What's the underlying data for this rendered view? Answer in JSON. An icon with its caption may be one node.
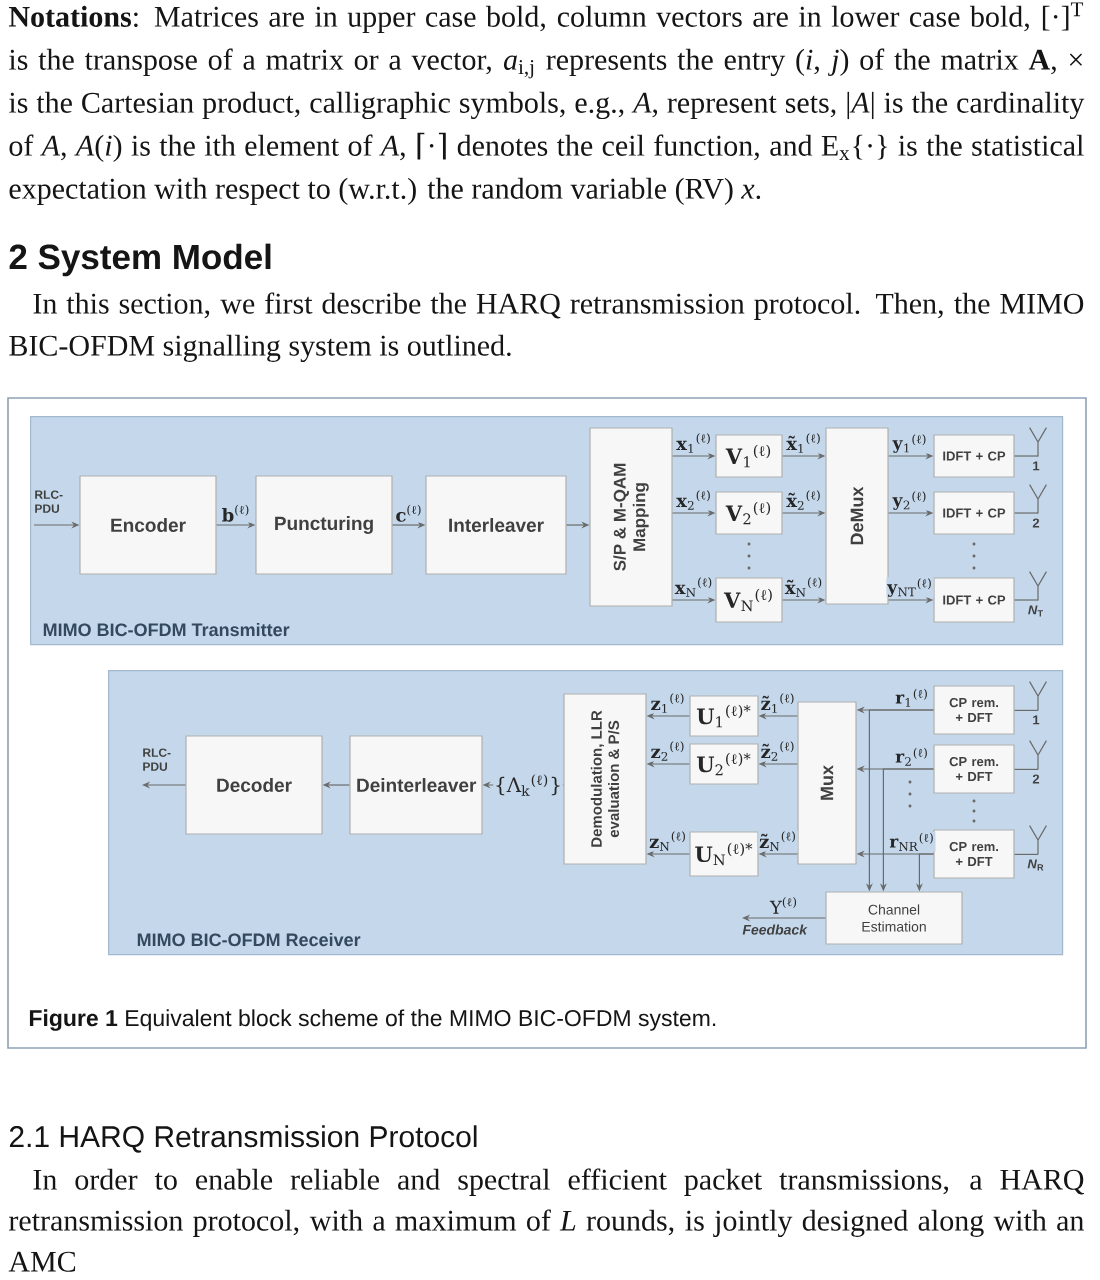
{
  "diagram": {
    "caption": "**Figure 1** Equivalent block scheme of the MIMO BIC-OFDM system.",
    "nodes": [
      {
        "text": [
          "MIMO BIC-OFDM Transmitter"
        ]
      },
      {
        "text": [
          "RLC- PDU"
        ],
        "in": 0
      },
      {
        "text": [
          "Encoder"
        ],
        "in": 0
      },
      {
        "text": [
          "Puncturing"
        ],
        "in": 0
      },
      {
        "text": [
          "Interleaver"
        ],
        "in": 0
      },
      {
        "text": [
          "S/P & M-QAM Mapping"
        ],
        "in": 0
      },
      {
        "text": [
          "**V**$_{1}$$^{(ℓ)}$"
        ],
        "in": 0
      },
      {
        "text": [
          "**V**$_{2}$$^{(ℓ)}$"
        ],
        "in": 0
      },
      {
        "text": [
          "**V**$_{N}$$^{(ℓ)}$"
        ],
        "in": 0
      },
      {
        "text": [
          "DeMux"
        ],
        "in": 0
      },
      {
        "text": [
          "IDFT + CP"
        ],
        "in": 0
      },
      {
        "text": [
          "IDFT + CP"
        ],
        "in": 0
      },
      {
        "text": [
          "IDFT + CP"
        ],
        "in": 0
      },
      {
        "text": [],
        "shape": "antenna",
        "beside": [
          "1"
        ],
        "in": 0
      },
      {
        "text": [],
        "shape": "antenna",
        "beside": [
          "2"
        ],
        "in": 0
      },
      {
        "text": [],
        "shape": "antenna",
        "beside": [
          "*N*$_{T}$"
        ],
        "in": 0
      },
      {
        "text": [
          "MIMO BIC-OFDM Receiver"
        ]
      },
      {
        "text": [
          "RLC- PDU"
        ],
        "in": 16
      },
      {
        "text": [
          "Decoder"
        ],
        "in": 16
      },
      {
        "text": [
          "Deinterleaver"
        ],
        "in": 16
      },
      {
        "text": [
          "Demodulation, LLR evaluation & P/S"
        ],
        "in": 16
      },
      {
        "text": [
          "**U**$_{1}$$^{(ℓ)*}$"
        ],
        "in": 16
      },
      {
        "text": [
          "**U**$_{2}$$^{(ℓ)*}$"
        ],
        "in": 16
      },
      {
        "text": [
          "**U**$_{N}$$^{(ℓ)*}$"
        ],
        "in": 16
      },
      {
        "text": [
          "Mux"
        ],
        "in": 16
      },
      {
        "text": [
          "CP rem. + DFT"
        ],
        "in": 16
      },
      {
        "text": [
          "CP rem. + DFT"
        ],
        "in": 16
      },
      {
        "text": [
          "CP rem. + DFT"
        ],
        "in": 16
      },
      {
        "text": [],
        "shape": "antenna",
        "beside": [
          "1"
        ],
        "in": 16
      },
      {
        "text": [],
        "shape": "antenna",
        "beside": [
          "2"
        ],
        "in": 16
      },
      {
        "text": [],
        "shape": "antenna",
        "beside": [
          "*N*$_{R}$"
        ],
        "in": 16
      },
      {
        "text": [
          "Channel Estimation"
        ],
        "in": 16
      },
      {
        "text": [
          "Feedback"
        ],
        "in": 16
      }
    ],
    "edges": [
      {
        "from": 1,
        "to": 2,
        "arrow": "to"
      },
      {
        "from": 2,
        "to": 3,
        "arrow": "to",
        "label": "**b**$^{(ℓ)}$"
      },
      {
        "from": 3,
        "to": 4,
        "arrow": "to",
        "label": "**c**$^{(ℓ)}$"
      },
      {
        "from": 4,
        "to": 5,
        "arrow": "to"
      },
      {
        "from": 5,
        "to": 6,
        "arrow": "to",
        "label": "**x**$_{1}$$^{(ℓ)}$"
      },
      {
        "from": 5,
        "to": 7,
        "arrow": "to",
        "label": "**x**$_{2}$$^{(ℓ)}$"
      },
      {
        "from": 5,
        "to": 8,
        "arrow": "to",
        "label": "**x**$_{N}$$^{(ℓ)}$"
      },
      {
        "from": 6,
        "to": 9,
        "arrow": "to",
        "label": "**x̃**$_{1}$$^{(ℓ)}$"
      },
      {
        "from": 7,
        "to": 9,
        "arrow": "to",
        "label": "**x̃**$_{2}$$^{(ℓ)}$"
      },
      {
        "from": 8,
        "to": 9,
        "arrow": "to",
        "label": "**x̃**$_{N}$$^{(ℓ)}$"
      },
      {
        "from": 9,
        "to": 10,
        "arrow": "to",
        "label": "**y**$_{1}$$^{(ℓ)}$"
      },
      {
        "from": 9,
        "to": 11,
        "arrow": "to",
        "label": "**y**$_{2}$$^{(ℓ)}$"
      },
      {
        "from": 9,
        "to": 12,
        "arrow": "to",
        "label": "**y**$_{NT}$$^{(ℓ)}$"
      },
      {
        "from": 10,
        "to": 13,
        "arrow": "none"
      },
      {
        "from": 11,
        "to": 14,
        "arrow": "none"
      },
      {
        "from": 12,
        "to": 15,
        "arrow": "none"
      },
      {
        "from": 28,
        "to": 25,
        "arrow": "none"
      },
      {
        "from": 29,
        "to": 26,
        "arrow": "none"
      },
      {
        "from": 30,
        "to": 27,
        "arrow": "none"
      },
      {
        "from": 25,
        "to": 24,
        "arrow": "to",
        "label": "**r**$_{1}$$^{(ℓ)}$"
      },
      {
        "from": 26,
        "to": 24,
        "arrow": "to",
        "label": "**r**$_{2}$$^{(ℓ)}$"
      },
      {
        "from": 27,
        "to": 24,
        "arrow": "to",
        "label": "**r**$_{NR}$$^{(ℓ)}$"
      },
      {
        "from": 25,
        "to": 31,
        "arrow": "to"
      },
      {
        "from": 26,
        "to": 31,
        "arrow": "to"
      },
      {
        "from": 27,
        "to": 31,
        "arrow": "to"
      },
      {
        "from": 24,
        "to": 21,
        "arrow": "to",
        "label": "**z̃**$_{1}$$^{(ℓ)}$"
      },
      {
        "from": 24,
        "to": 22,
        "arrow": "to",
        "label": "**z̃**$_{2}$$^{(ℓ)}$"
      },
      {
        "from": 24,
        "to": 23,
        "arrow": "to",
        "label": "**z̃**$_{N}$$^{(ℓ)}$"
      },
      {
        "from": 21,
        "to": 20,
        "arrow": "to",
        "label": "**z**$_{1}$$^{(ℓ)}$"
      },
      {
        "from": 22,
        "to": 20,
        "arrow": "to",
        "label": "**z**$_{2}$$^{(ℓ)}$"
      },
      {
        "from": 23,
        "to": 20,
        "arrow": "to",
        "label": "**z**$_{N}$$^{(ℓ)}$"
      },
      {
        "from": 20,
        "to": 19,
        "arrow": "to",
        "label": "{Λ$_{k}$$^{(ℓ)}$}"
      },
      {
        "from": 19,
        "to": 18,
        "arrow": "to"
      },
      {
        "from": 18,
        "to": 17,
        "arrow": "to"
      },
      {
        "from": 31,
        "to": 32,
        "arrow": "to",
        "label": "Υ$^{(ℓ)}$"
      }
    ],
    "labels": [
      "**Notations**: Matrices are in upper case bold, column vectors are in lower case bold, [·]$^{T}$ is the transpose of a matrix or a vector, *a*$_{i,j}$ represents the entry (*i*, *j*) of the matrix **A**, × is the Cartesian product, calligraphic symbols, e.g., *A*, represent sets, |*A*| is the cardinality of *A*, *A*(*i*) is the ith element of *A*, ⌈·⌉ denotes the ceil function, and E$_{x}${·} is the statistical expectation with respect to (w.r.t.) the random variable (RV) *x*.",
      "2 System Model",
      "In this section, we first describe the HARQ retransmission protocol. Then, the MIMO BIC-OFDM signalling system is outlined.",
      "2.1 HARQ Retransmission Protocol",
      "In order to enable reliable and spectral efficient packet transmissions, a HARQ retransmission protocol, with a maximum of *L* rounds, is jointly designed along with an AMC"
    ]
  }
}
